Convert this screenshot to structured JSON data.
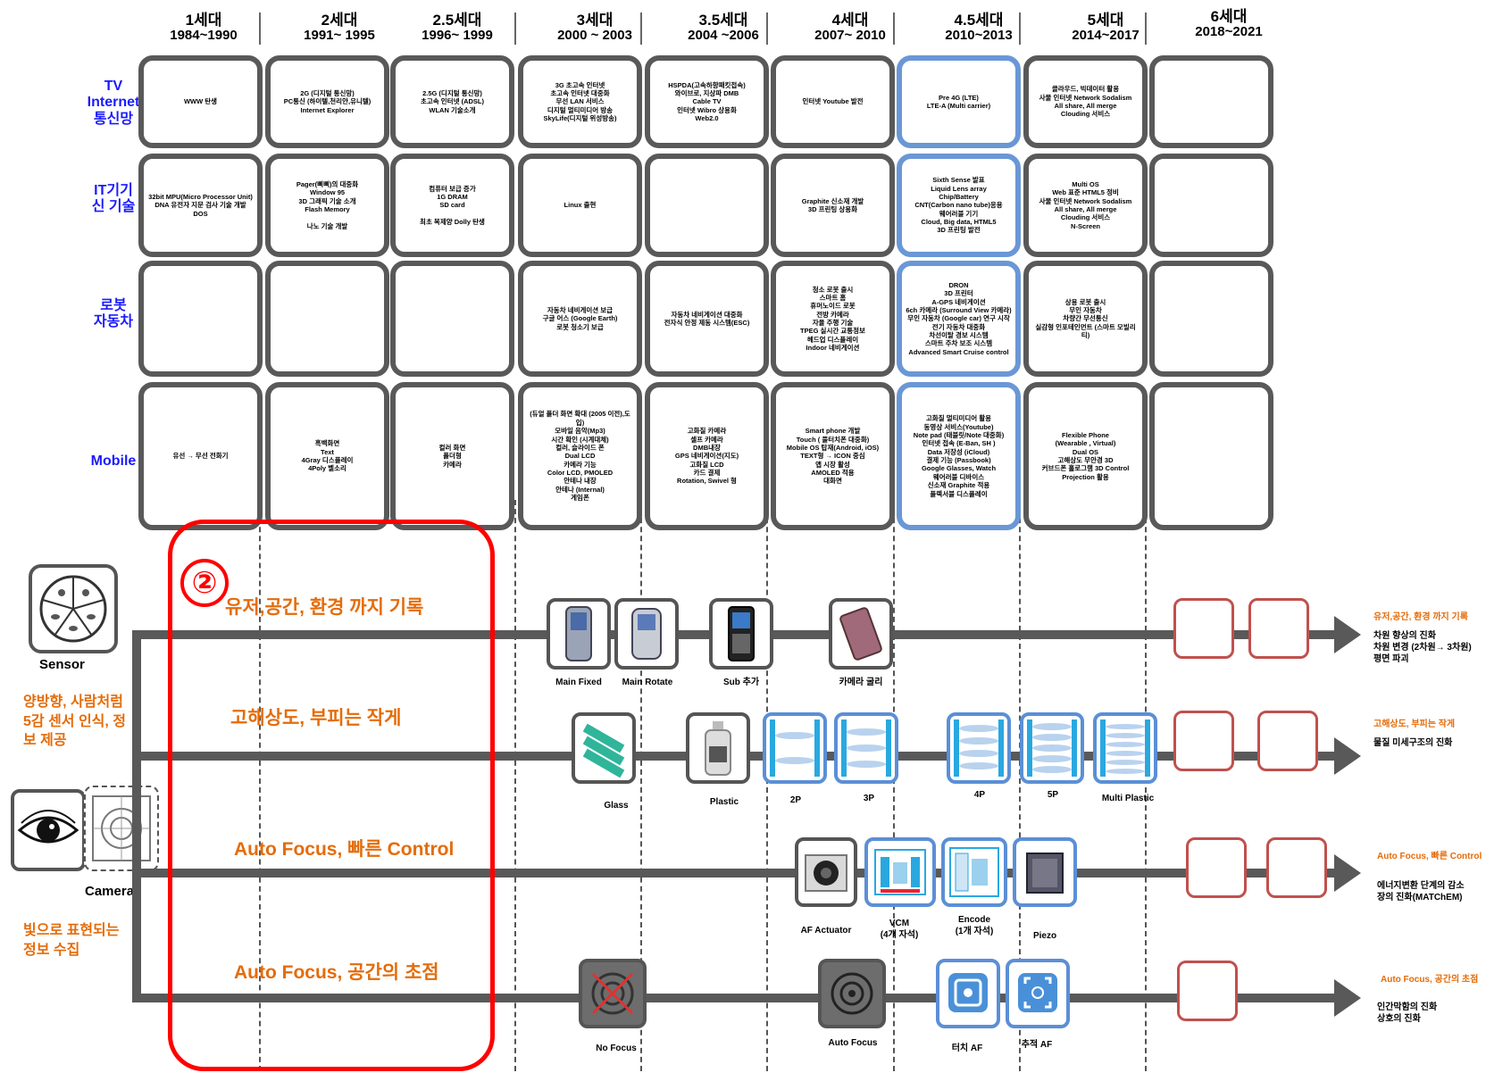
{
  "generations": [
    {
      "name": "1세대",
      "years": "1984~1990"
    },
    {
      "name": "2세대",
      "years": "1991~ 1995"
    },
    {
      "name": "2.5세대",
      "years": "1996~ 1999"
    },
    {
      "name": "3세대",
      "years": "2000 ~ 2003"
    },
    {
      "name": "3.5세대",
      "years": "2004 ~2006"
    },
    {
      "name": "4세대",
      "years": "2007~ 2010"
    },
    {
      "name": "4.5세대",
      "years": "2010~2013"
    },
    {
      "name": "5세대",
      "years": "2014~2017"
    },
    {
      "name": "6세대",
      "years": "2018~2021"
    }
  ],
  "row_labels": {
    "tv": [
      "TV",
      "Internet",
      "통신망"
    ],
    "it": [
      "IT기기",
      "신 기술"
    ],
    "robot": [
      "로봇",
      "자동차"
    ],
    "mobile": [
      "Mobile"
    ]
  },
  "cells": {
    "tv": [
      "WWW 탄생",
      "2G (디지털 통신망)\nPC통신 (하이텔,천리안,유니텔)\nInternet Explorer",
      "2.5G (디지털 통신망)\n초고속 인터넷 (ADSL)\nWLAN 기술소개",
      "3G 초고속 인터넷\n초고속 인터넷 대중화\n무선 LAN 서비스\n디지털 멀티미디어 방송\nSkyLife(디지털 위성방송)",
      "HSPDA(고속하향패킷접속)\n와이브로, 지상파 DMB\nCable TV\n인터넷 Wibro 상용화\nWeb2.0",
      "인터넷 Youtube 발전",
      "Pre 4G (LTE)\nLTE-A (Multi carrier)",
      "클라우드, 빅데이터 활용\n사물 인터넷 Network Sodalism\nAll share, All merge\nClouding 서비스",
      ""
    ],
    "it": [
      "32bit MPU(Micro Processor Unit)\nDNA 유전자 지문 검사 기술 개발\nDOS",
      "Pager(삐삐)의 대중화\nWindow 95\n3D 그래픽 기술 소개\nFlash Memory\n\n나노 기술 개발",
      "컴퓨터 보급 증가\n1G DRAM\nSD card\n\n최초 복제양 Dolly 탄생",
      "Linux 출현",
      "",
      "Graphite 신소재 개발\n3D 프린팅 상용화",
      "Sixth Sense 발표\nLiquid Lens array\nChip/Battery\nCNT(Carbon nano tube)응용\n웨어러블 기기\nCloud, Big data, HTML5\n3D 프린팅 발전",
      "Multi OS\nWeb 표준 HTML5 정비\n사물 인터넷 Network Sodalism\nAll share, All merge\nClouding 서비스\nN-Screen",
      ""
    ],
    "robot": [
      "",
      "",
      "",
      "자동차 네비게이션 보급\n구글 어스 (Google Earth)\n로봇 청소기 보급",
      "자동차 네비게이션 대중화\n전자식 안정 제동 시스템(ESC)",
      "청소 로봇 출시\n스마트 홈\n휴머노이드 로봇\n전방 카메라\n자율 주행 기술\nTPEG 실시간 교통정보\n헤드업 디스플레이\nIndoor 네비게이션",
      "DRON\n3D 프린터\nA-GPS 네비게이션\n6ch 카메라 (Surround View 카메라)\n무인 자동차 (Google car) 연구 시작\n전기 자동차 대중화\n차선이탈 경보 시스템\n스마트 주차 보조 시스템\nAdvanced Smart Cruise control",
      "상용 로봇 출시\n무인 자동차\n차량간 무선통신\n실감형 인포테인먼트 (스마트 모빌리티)",
      ""
    ],
    "mobile": [
      "유선 → 무선 전화기",
      "흑백화면\nText\n4Gray 디스플레이\n4Poly 벨소리",
      "컬러 화면\n폴더형\n카메라",
      "(듀얼 폴더 화면 확대 (2005 이전),도입)\n모바일 음악(Mp3)\n시간 확인 (시계대체)\n컬러, 슬라이드 폰\nDual LCD\n카메라 기능\nColor LCD, PMOLED\n안테나 내장\n안테나 (Internal)\n게임폰",
      "고화질 카메라\n셀프 카메라\nDMB내장\nGPS 네비게이션(지도)\n고화질 LCD\n카드 결제\nRotation, Swivel 형",
      "Smart phone 개발\nTouch ( 풀터치폰 대중화)\nMobile OS 탑재(Android, iOS)\nTEXT형 → ICON 중심\n앱 시장 활성\nAMOLED 적용\n대화면",
      "고화질 멀티미디어 활용\n동영상 서비스(Youtube)\nNote pad (태블릿/Note 대중화)\n인터넷 접속 (E-Ban, SH )\nData 저장성 (iCloud)\n결제 기능 (Passbook)\nGoogle Glasses, Watch\n웨어러블 디바이스\n신소재 Graphite 적용\n플렉서블 디스플레이",
      "Flexible Phone\n(Wearable , Virtual)\nDual OS\n고해상도 무안경 3D\n커브드폰 홀로그램 3D Control\nProjection 활용",
      ""
    ]
  },
  "sensor_panel": {
    "sensor_label": "Sensor",
    "sensor_desc": [
      "양방향, 사람처럼",
      "5감 센서 인식, 정",
      "보 제공"
    ],
    "camera_label": "Camera",
    "camera_desc": [
      "빛으로 표현되는",
      "정보 수집"
    ]
  },
  "highlight": {
    "number": "②"
  },
  "tracks": [
    {
      "title": "유저,공간, 환경 까지 기록",
      "right_title": "유저,공간, 환경 까지 기록",
      "right_desc": [
        "차원 향상의 진화",
        "차원 변경 (2차원→ 3차원)",
        "평면 파괴"
      ],
      "items": [
        "Main Fixed",
        "Main Rotate",
        "Sub 추가",
        "카메라 굴리"
      ]
    },
    {
      "title": "고해상도, 부피는 작게",
      "right_title": "고해상도, 부피는 작게",
      "right_desc": [
        "물질 미세구조의 진화"
      ],
      "items": [
        "Glass",
        "Plastic",
        "2P",
        "3P",
        "4P",
        "5P",
        "Multi Plastic"
      ]
    },
    {
      "title": "Auto Focus, 빠른 Control",
      "right_title": "Auto Focus, 빠른 Control",
      "right_desc": [
        "에너지변환 단계의 감소",
        "장의 진화(MATChEM)"
      ],
      "items": [
        "AF Actuator",
        "VCM\n(4개 자석)",
        "Encode\n(1개 자석)",
        "Piezo"
      ]
    },
    {
      "title": "Auto Focus, 공간의 초점",
      "right_title": "Auto Focus, 공간의 초점",
      "right_desc": [
        "인간막함의 진화",
        "상호의 진화"
      ],
      "items": [
        "No Focus",
        "Auto Focus",
        "터치 AF",
        "추적 AF"
      ]
    }
  ],
  "colors": {
    "accent_orange": "#e46c0a",
    "label_blue": "#1a1aff",
    "highlight_red": "#ff0000",
    "cell_border": "#595959",
    "cell_border_blue": "#6a97d6",
    "future_box": "#c0504d"
  }
}
